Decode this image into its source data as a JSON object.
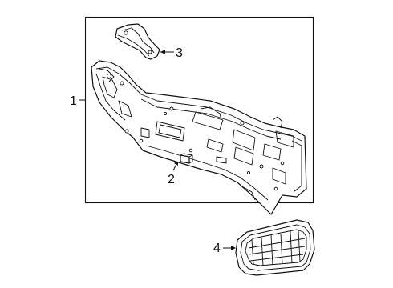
{
  "callouts": [
    {
      "id": "1",
      "label": "1"
    },
    {
      "id": "2",
      "label": "2"
    },
    {
      "id": "3",
      "label": "3"
    },
    {
      "id": "4",
      "label": "4"
    }
  ],
  "colors": {
    "line": "#111111",
    "background": "#ffffff"
  }
}
